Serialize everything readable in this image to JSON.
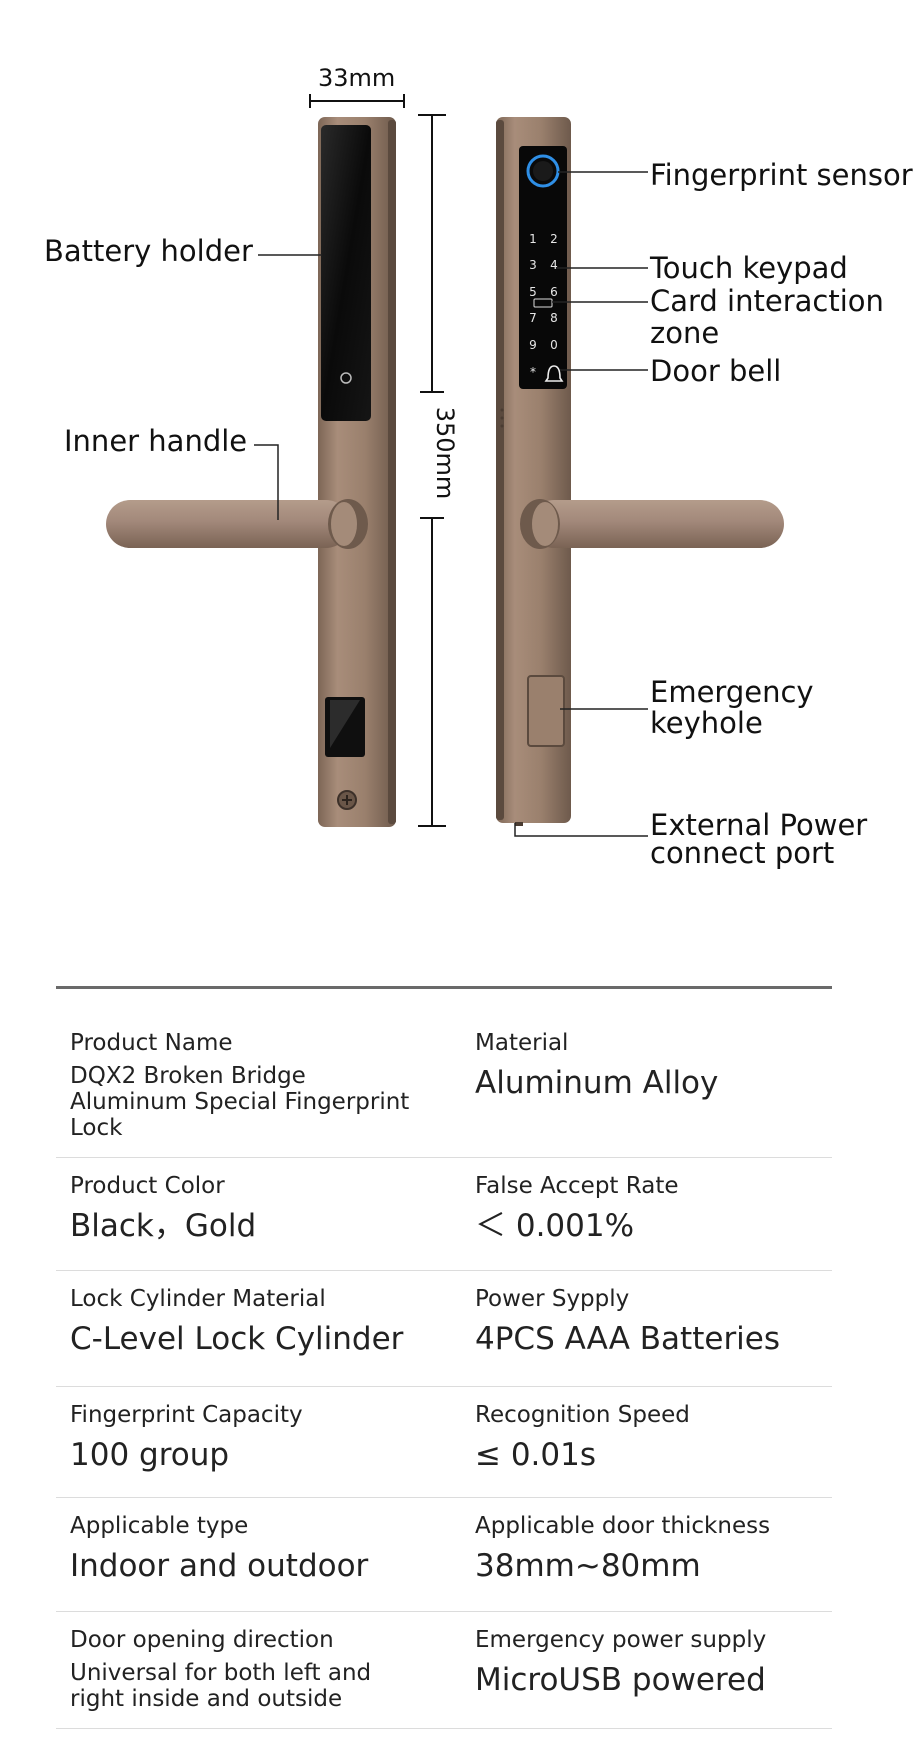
{
  "diagram": {
    "width_label": "33mm",
    "height_label": "350mm",
    "labels": {
      "battery_holder": "Battery holder",
      "inner_handle": "Inner handle",
      "fingerprint_sensor": "Fingerprint sensor",
      "touch_keypad": "Touch keypad",
      "card_zone_1": "Card interaction",
      "card_zone_2": "zone",
      "door_bell": "Door bell",
      "emergency_1": "Emergency",
      "emergency_2": "keyhole",
      "power_1": "External Power",
      "power_2": "connect port"
    },
    "keypad": [
      "1",
      "2",
      "3",
      "4",
      "5",
      "6",
      "7",
      "8",
      "9",
      "0",
      "*"
    ],
    "colors": {
      "body": "#9c8270",
      "screen": "#0d0d0d",
      "sensor_ring": "#2f8fe6"
    }
  },
  "specs": [
    {
      "name": "Product Name",
      "value": "DQX2 Broken Bridge Aluminum Special Fingerprint Lock",
      "value_small": true,
      "name2": "Material",
      "value2": "Aluminum Alloy"
    },
    {
      "name": "Product Color",
      "value": "Black，Gold",
      "name2": "False Accept Rate",
      "value2": "＜ 0.001%"
    },
    {
      "name": "Lock Cylinder Material",
      "value": "C-Level Lock Cylinder",
      "name2": "Power Sypply",
      "value2": "4PCS AAA Batteries"
    },
    {
      "name": "Fingerprint Capacity",
      "value": "100 group",
      "name2": "Recognition Speed",
      "value2": "≤ 0.01s"
    },
    {
      "name": "Applicable type",
      "value": "Indoor and outdoor",
      "name2": "Applicable door thickness",
      "value2": "38mm~80mm"
    },
    {
      "name": "Door opening direction",
      "value": "Universal for both left and right inside and outside",
      "value_small": true,
      "name2": "Emergency power supply",
      "value2": "MicroUSB powered"
    }
  ]
}
